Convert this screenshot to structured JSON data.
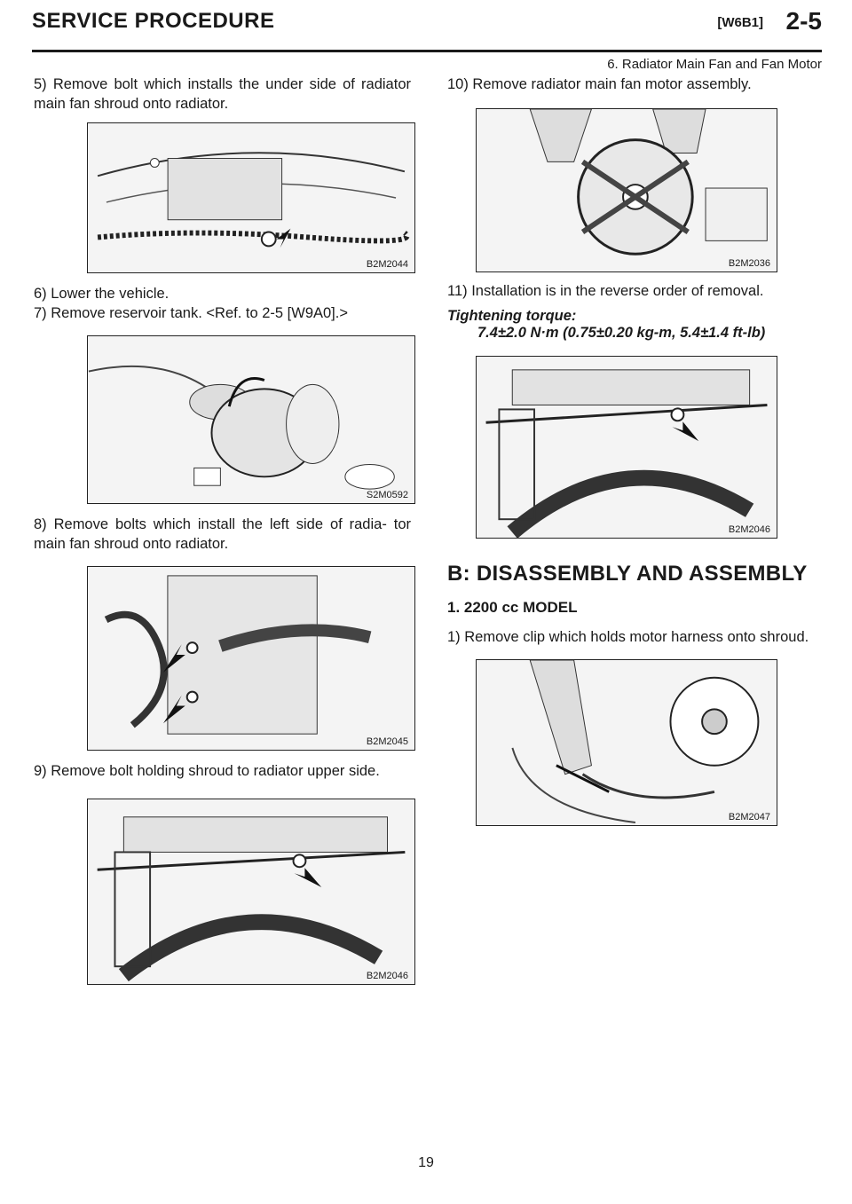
{
  "header": {
    "title": "SERVICE PROCEDURE",
    "code": "[W6B1]",
    "section": "2-5",
    "subtitle": "6. Radiator Main Fan and Fan Motor"
  },
  "left": {
    "step5": "5) Remove bolt which installs the under side of radiator main fan shroud onto radiator.",
    "fig1": "B2M2044",
    "step6": "6) Lower the vehicle.",
    "step7": "7) Remove reservoir tank. <Ref. to 2-5 [W9A0].>",
    "fig2": "S2M0592",
    "step8": "8) Remove bolts which install the left side of radia- tor main fan shroud onto radiator.",
    "fig3": "B2M2045",
    "step9": "9) Remove bolt holding shroud to radiator upper side.",
    "fig4": "B2M2046"
  },
  "right": {
    "step10": "10) Remove radiator main fan motor assembly.",
    "fig5": "B2M2036",
    "step11": "11) Installation is in the reverse order of removal.",
    "torque_label": "Tightening torque:",
    "torque_value": "7.4±2.0 N·m (0.75±0.20 kg-m, 5.4±1.4 ft-lb)",
    "fig6": "B2M2046",
    "section_b": "B: DISASSEMBLY AND ASSEMBLY",
    "model": "1. 2200 cc MODEL",
    "step1": "1) Remove clip which holds motor harness onto shroud.",
    "fig7": "B2M2047"
  },
  "footer": {
    "page_number": "19"
  }
}
